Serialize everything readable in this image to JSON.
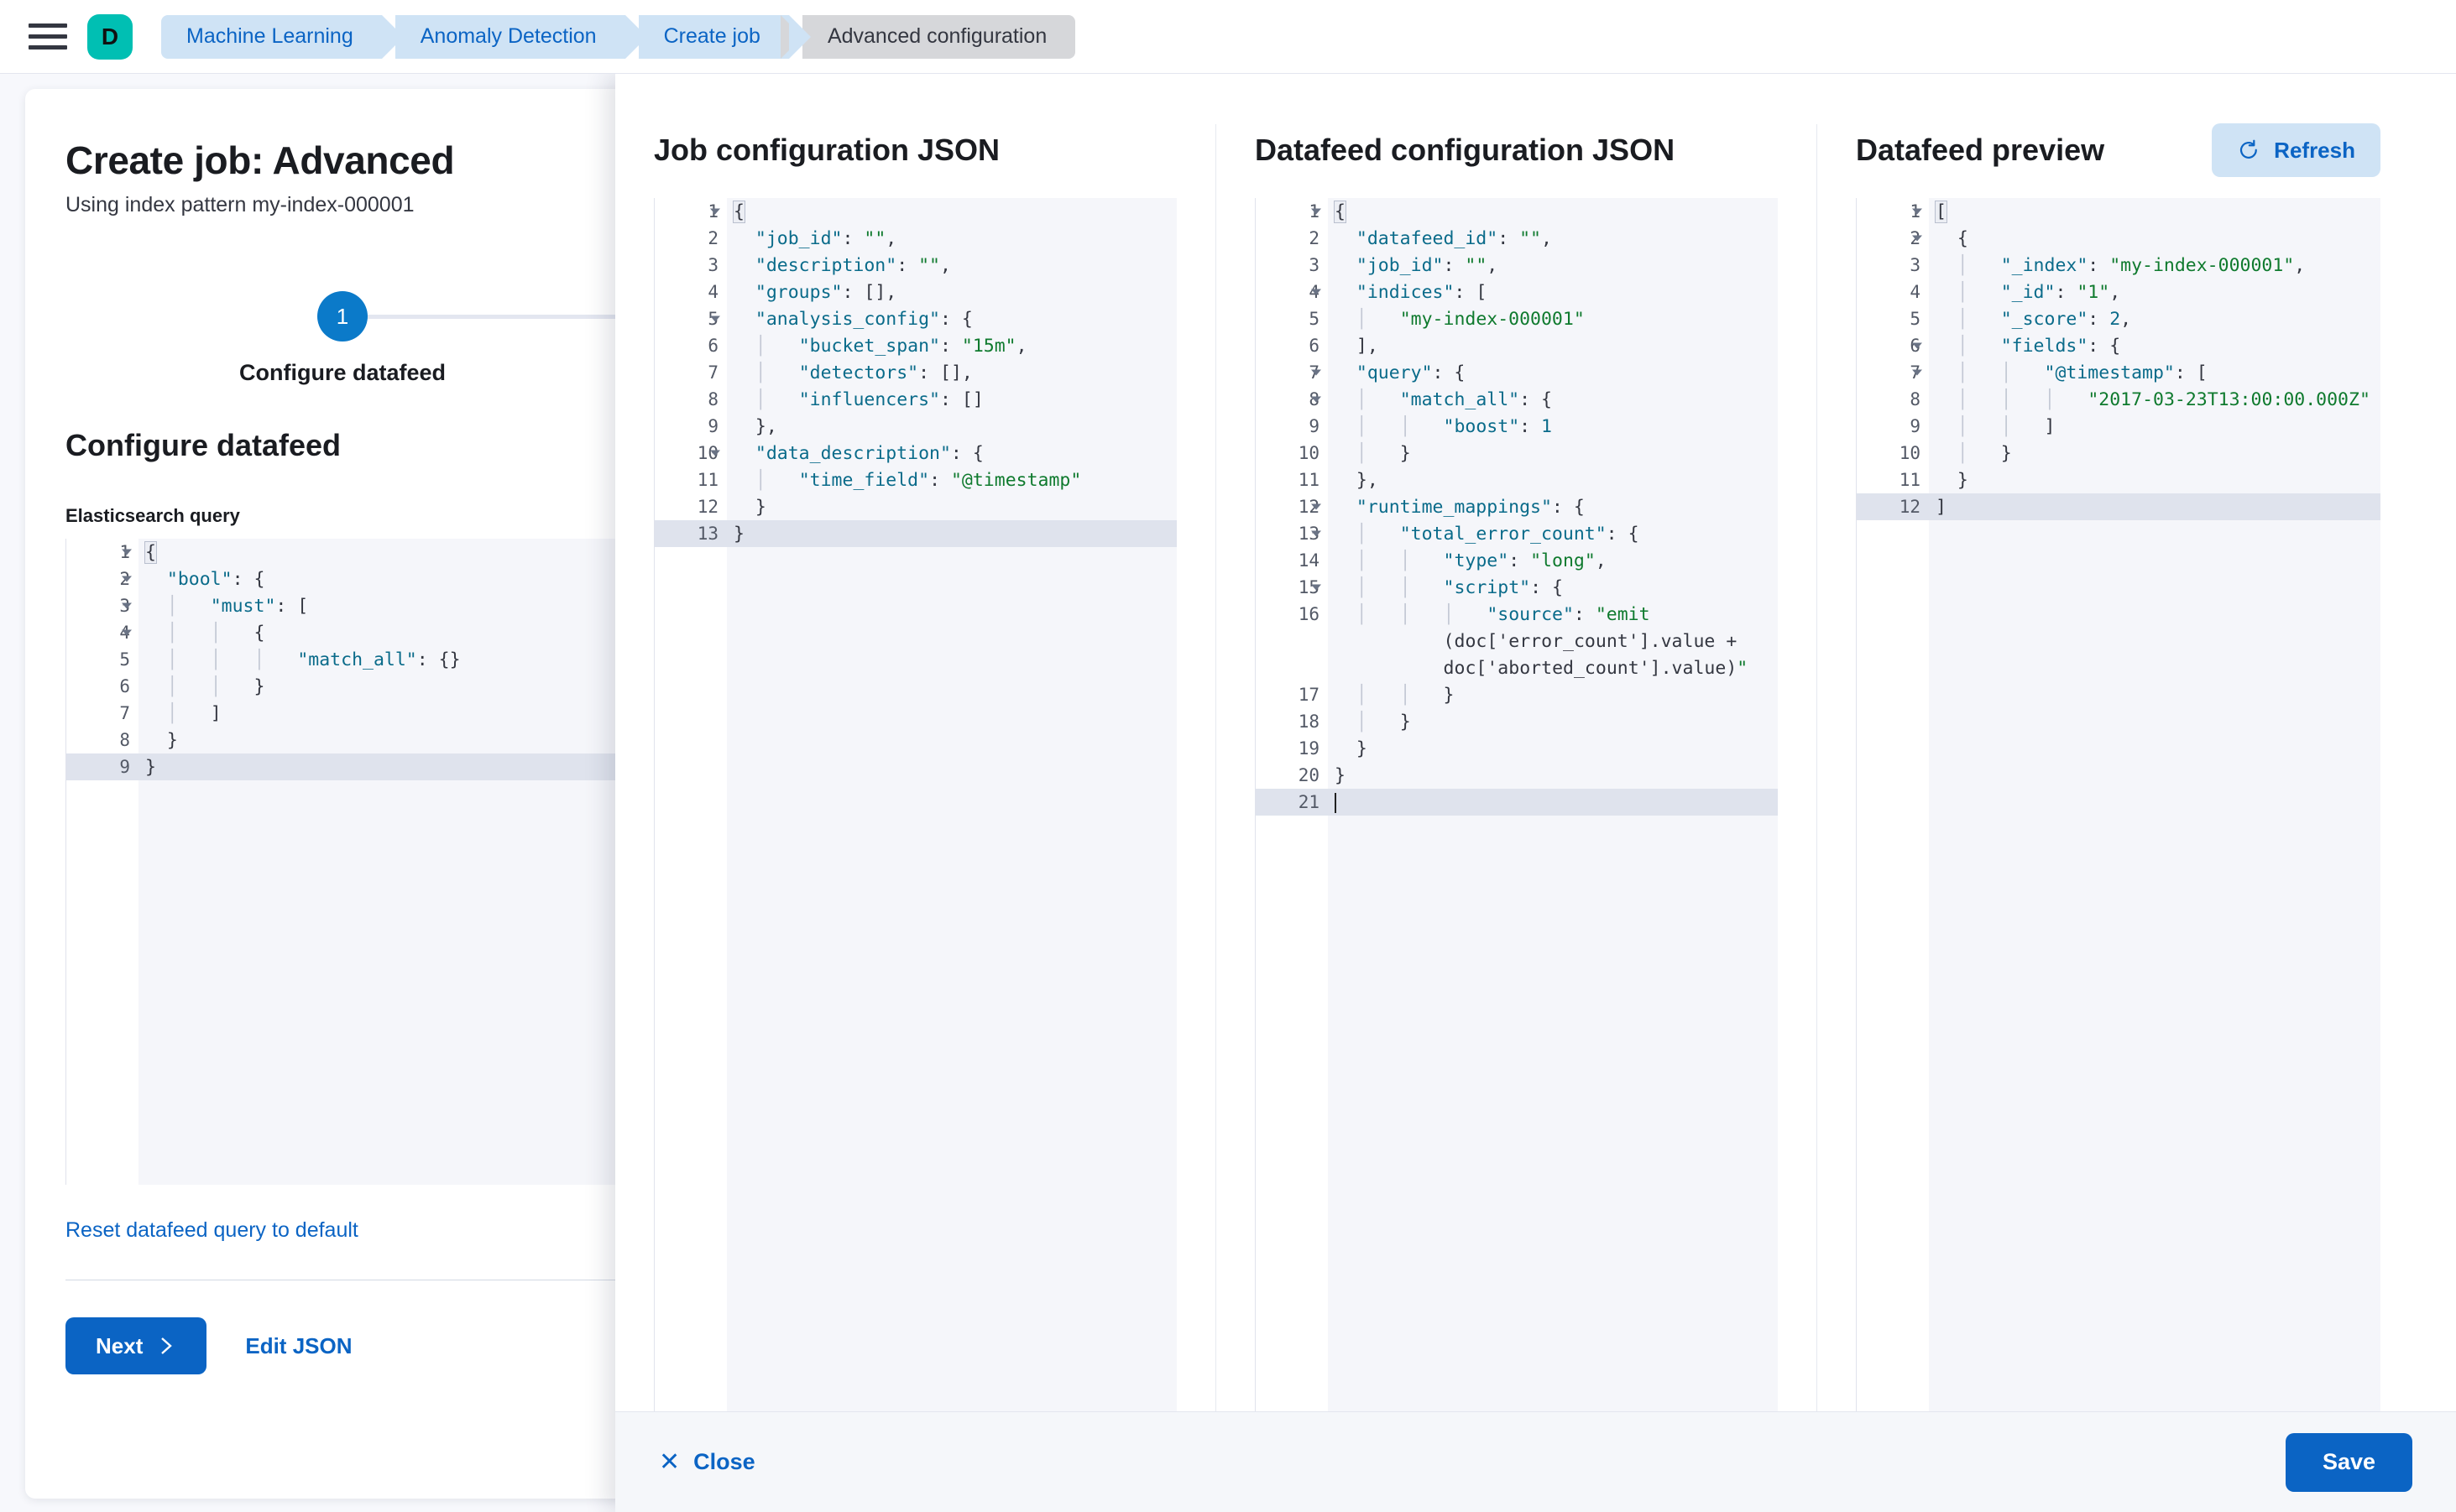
{
  "topbar": {
    "menu_icon": "hamburger-icon",
    "logo_letter": "D",
    "breadcrumbs": [
      {
        "label": "Machine Learning",
        "active": false
      },
      {
        "label": "Anomaly Detection",
        "active": false
      },
      {
        "label": "Create job",
        "active": false
      },
      {
        "label": "Advanced configuration",
        "active": true
      }
    ]
  },
  "wizard": {
    "title": "Create job: Advanced",
    "subtitle": "Using index pattern my-index-000001",
    "step_number": "1",
    "step_label": "Configure datafeed",
    "section_title": "Configure datafeed",
    "query_field_label": "Elasticsearch query",
    "reset_link": "Reset datafeed query to default",
    "next_button": "Next",
    "next_icon": "chevron-right-icon",
    "edit_json_button": "Edit JSON",
    "query_editor": {
      "active_line": 9,
      "lines": [
        {
          "n": "1",
          "fold": true,
          "code": "{"
        },
        {
          "n": "2",
          "fold": true,
          "code": "  \"bool\": {"
        },
        {
          "n": "3",
          "fold": true,
          "code": "  |   \"must\": ["
        },
        {
          "n": "4",
          "fold": true,
          "code": "  |   |   {"
        },
        {
          "n": "5",
          "fold": false,
          "code": "  |   |   |   \"match_all\": {}"
        },
        {
          "n": "6",
          "fold": false,
          "code": "  |   |   }"
        },
        {
          "n": "7",
          "fold": false,
          "code": "  |   ]"
        },
        {
          "n": "8",
          "fold": false,
          "code": "  }"
        },
        {
          "n": "9",
          "fold": false,
          "code": "}"
        }
      ]
    }
  },
  "flyout": {
    "columns": [
      {
        "title": "Job configuration JSON",
        "has_refresh": false,
        "editor": {
          "active_line": 13,
          "lines": [
            {
              "n": "1",
              "fold": true,
              "code": "{"
            },
            {
              "n": "2",
              "fold": false,
              "code": "  \"job_id\": \"\","
            },
            {
              "n": "3",
              "fold": false,
              "code": "  \"description\": \"\","
            },
            {
              "n": "4",
              "fold": false,
              "code": "  \"groups\": [],"
            },
            {
              "n": "5",
              "fold": true,
              "code": "  \"analysis_config\": {"
            },
            {
              "n": "6",
              "fold": false,
              "code": "  |   \"bucket_span\": \"15m\","
            },
            {
              "n": "7",
              "fold": false,
              "code": "  |   \"detectors\": [],"
            },
            {
              "n": "8",
              "fold": false,
              "code": "  |   \"influencers\": []"
            },
            {
              "n": "9",
              "fold": false,
              "code": "  },"
            },
            {
              "n": "10",
              "fold": true,
              "code": "  \"data_description\": {"
            },
            {
              "n": "11",
              "fold": false,
              "code": "  |   \"time_field\": \"@timestamp\""
            },
            {
              "n": "12",
              "fold": false,
              "code": "  }"
            },
            {
              "n": "13",
              "fold": false,
              "code": "}"
            }
          ]
        }
      },
      {
        "title": "Datafeed configuration JSON",
        "has_refresh": false,
        "editor": {
          "active_line": 21,
          "lines": [
            {
              "n": "1",
              "fold": true,
              "code": "{"
            },
            {
              "n": "2",
              "fold": false,
              "code": "  \"datafeed_id\": \"\","
            },
            {
              "n": "3",
              "fold": false,
              "code": "  \"job_id\": \"\","
            },
            {
              "n": "4",
              "fold": true,
              "code": "  \"indices\": ["
            },
            {
              "n": "5",
              "fold": false,
              "code": "  |   \"my-index-000001\""
            },
            {
              "n": "6",
              "fold": false,
              "code": "  ],"
            },
            {
              "n": "7",
              "fold": true,
              "code": "  \"query\": {"
            },
            {
              "n": "8",
              "fold": true,
              "code": "  |   \"match_all\": {"
            },
            {
              "n": "9",
              "fold": false,
              "code": "  |   |   \"boost\": 1"
            },
            {
              "n": "10",
              "fold": false,
              "code": "  |   }"
            },
            {
              "n": "11",
              "fold": false,
              "code": "  },"
            },
            {
              "n": "12",
              "fold": true,
              "code": "  \"runtime_mappings\": {"
            },
            {
              "n": "13",
              "fold": true,
              "code": "  |   \"total_error_count\": {"
            },
            {
              "n": "14",
              "fold": false,
              "code": "  |   |   \"type\": \"long\","
            },
            {
              "n": "15",
              "fold": true,
              "code": "  |   |   \"script\": {"
            },
            {
              "n": "16",
              "fold": false,
              "code": "  |   |   |   \"source\": \"emit"
            },
            {
              "n": "",
              "fold": false,
              "code": "          (doc['error_count'].value +"
            },
            {
              "n": "",
              "fold": false,
              "code": "          doc['aborted_count'].value)\""
            },
            {
              "n": "17",
              "fold": false,
              "code": "  |   |   }"
            },
            {
              "n": "18",
              "fold": false,
              "code": "  |   }"
            },
            {
              "n": "19",
              "fold": false,
              "code": "  }"
            },
            {
              "n": "20",
              "fold": false,
              "code": "}"
            },
            {
              "n": "21",
              "fold": false,
              "code": ""
            }
          ]
        }
      },
      {
        "title": "Datafeed preview",
        "has_refresh": true,
        "refresh_label": "Refresh",
        "refresh_icon": "refresh-icon",
        "editor": {
          "active_line": 12,
          "lines": [
            {
              "n": "1",
              "fold": true,
              "code": "["
            },
            {
              "n": "2",
              "fold": true,
              "code": "  {"
            },
            {
              "n": "3",
              "fold": false,
              "code": "  |   \"_index\": \"my-index-000001\","
            },
            {
              "n": "4",
              "fold": false,
              "code": "  |   \"_id\": \"1\","
            },
            {
              "n": "5",
              "fold": false,
              "code": "  |   \"_score\": 2,"
            },
            {
              "n": "6",
              "fold": true,
              "code": "  |   \"fields\": {"
            },
            {
              "n": "7",
              "fold": true,
              "code": "  |   |   \"@timestamp\": ["
            },
            {
              "n": "8",
              "fold": false,
              "code": "  |   |   |   \"2017-03-23T13:00:00.000Z\""
            },
            {
              "n": "9",
              "fold": false,
              "code": "  |   |   ]"
            },
            {
              "n": "10",
              "fold": false,
              "code": "  |   }"
            },
            {
              "n": "11",
              "fold": false,
              "code": "  }"
            },
            {
              "n": "12",
              "fold": false,
              "code": "]"
            }
          ]
        }
      }
    ],
    "footer": {
      "close_label": "Close",
      "close_icon": "close-icon",
      "save_label": "Save"
    }
  },
  "colors": {
    "brand_teal": "#00bfb3",
    "accent_blue": "#0b64c4",
    "step_blue": "#0b7ac9",
    "breadcrumb_blue_bg": "#cfe3f5",
    "breadcrumb_gray_bg": "#d6d7da",
    "json_key": "#0a6b8a",
    "json_string": "#0f7a2e",
    "editor_bg": "#f5f6fa",
    "active_line_bg": "#dfe3ed"
  }
}
